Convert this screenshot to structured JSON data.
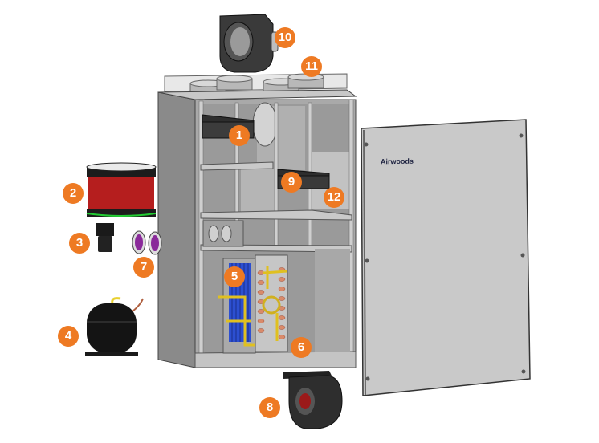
{
  "diagram": {
    "brand_label": "Airwoods",
    "accent_color": "#ee7a23",
    "callouts": [
      {
        "label": "1",
        "component": "filter-top"
      },
      {
        "label": "2",
        "component": "red-filter-cylinder"
      },
      {
        "label": "3",
        "component": "black-cylinder-part"
      },
      {
        "label": "4",
        "component": "compressor"
      },
      {
        "label": "5",
        "component": "blue-coil"
      },
      {
        "label": "6",
        "component": "copper-coil"
      },
      {
        "label": "7",
        "component": "purple-dampers"
      },
      {
        "label": "8",
        "component": "bottom-blower-fan"
      },
      {
        "label": "9",
        "component": "filter-middle"
      },
      {
        "label": "10",
        "component": "top-blower-fan"
      },
      {
        "label": "11",
        "component": "duct-collars"
      },
      {
        "label": "12",
        "component": "partition-panel"
      }
    ]
  }
}
